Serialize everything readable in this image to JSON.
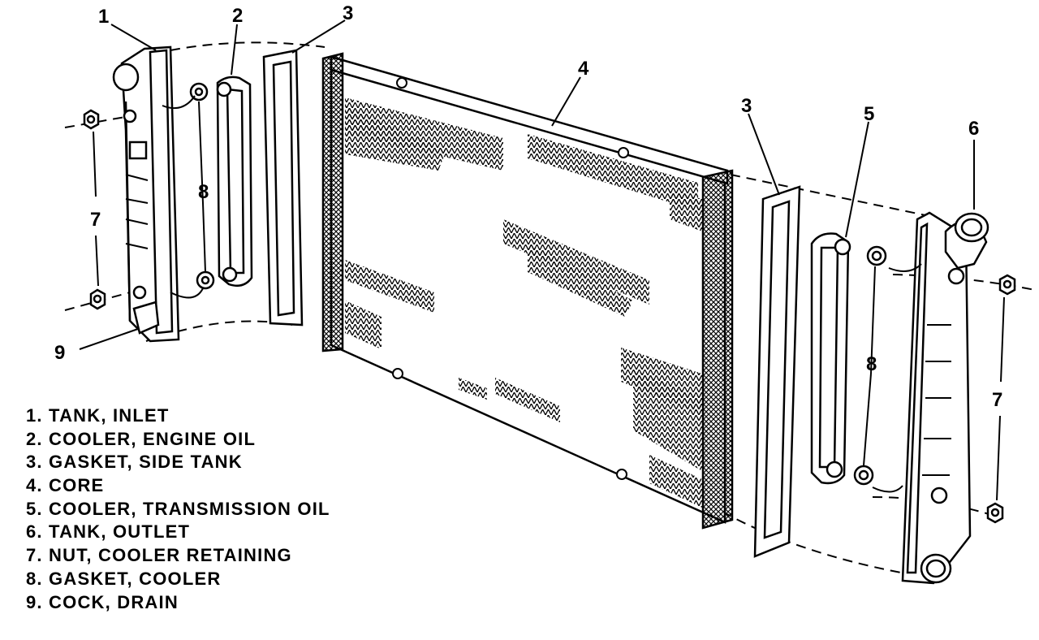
{
  "callouts": {
    "c1": "1",
    "c2": "2",
    "c3_left": "3",
    "c4": "4",
    "c3_right": "3",
    "c5": "5",
    "c6": "6",
    "c7_left": "7",
    "c8_left": "8",
    "c8_right": "8",
    "c7_right": "7",
    "c9": "9"
  },
  "legend": [
    "1. TANK, INLET",
    "2. COOLER, ENGINE OIL",
    "3. GASKET, SIDE TANK",
    "4. CORE",
    "5. COOLER, TRANSMISSION OIL",
    "6. TANK, OUTLET",
    "7. NUT, COOLER RETAINING",
    "8. GASKET, COOLER",
    "9. COCK, DRAIN"
  ]
}
